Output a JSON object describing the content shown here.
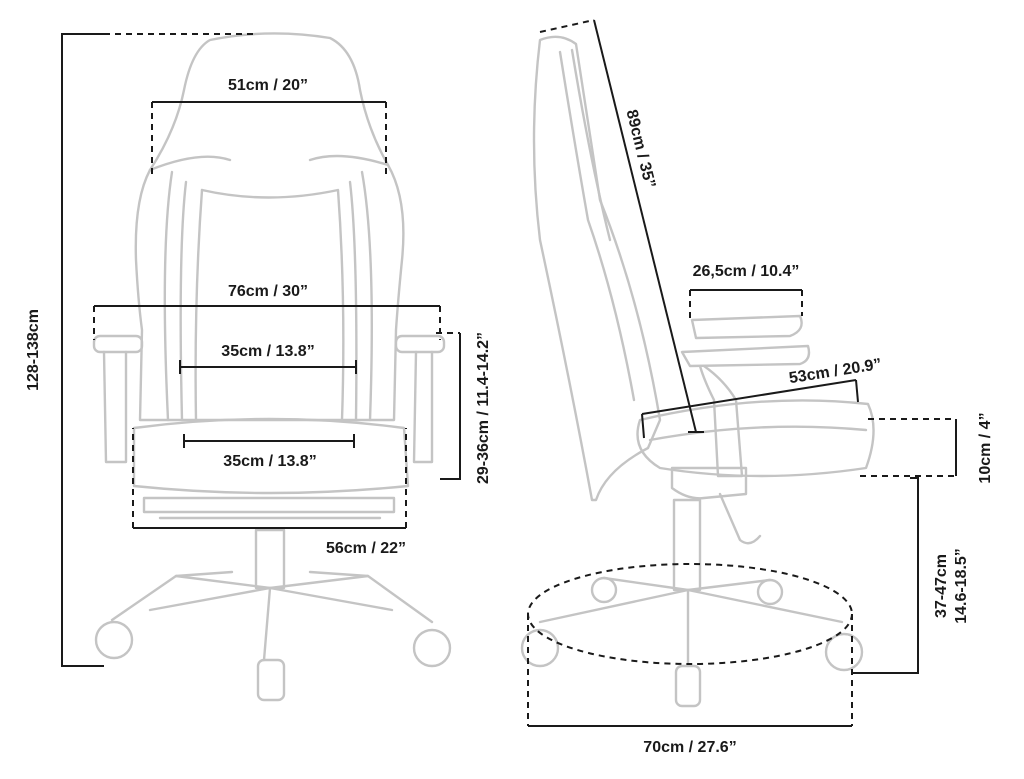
{
  "front_view": {
    "total_height": "128-138cm",
    "headrest_width": "51cm / 20”",
    "armrest_span": "76cm / 30”",
    "backrest_width": "35cm / 13.8”",
    "seat_width": "35cm / 13.8”",
    "armrest_height": "29-36cm / 11.4-14.2”",
    "base_width": "56cm / 22”"
  },
  "side_view": {
    "backrest_height": "89cm / 35”",
    "armrest_pad_length": "26,5cm / 10.4”",
    "seat_depth": "53cm / 20.9”",
    "seat_thickness": "10cm / 4”",
    "seat_height_cm": "37-47cm",
    "seat_height_in": "14.6-18.5”",
    "base_diameter": "70cm / 27.6”"
  },
  "colors": {
    "chair_outline": "#c4c4c4",
    "dimension_line": "#1a1a1a"
  }
}
